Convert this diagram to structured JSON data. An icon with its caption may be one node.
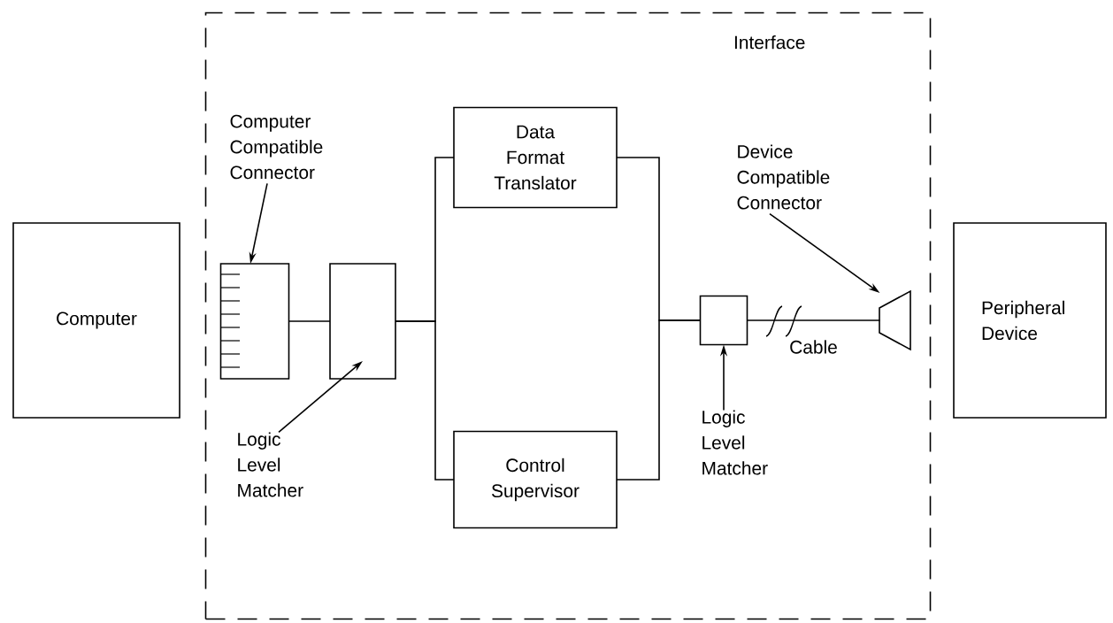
{
  "diagram": {
    "nodes": [
      {
        "text": [
          "Interface"
        ]
      },
      {
        "text": [
          "Computer"
        ]
      },
      {
        "text": [
          "Computer Compatible Connector"
        ],
        "in": 0
      },
      {
        "text": [],
        "shape": "box",
        "in": 0
      },
      {
        "text": [],
        "shape": "box",
        "in": 0
      },
      {
        "text": [
          "Logic Level Matcher"
        ],
        "in": 0
      },
      {
        "text": [
          "Data Format Translator"
        ],
        "in": 0
      },
      {
        "text": [
          "Control Supervisor"
        ],
        "in": 0
      },
      {
        "text": [],
        "shape": "box",
        "in": 0
      },
      {
        "text": [
          "Logic Level Matcher"
        ],
        "in": 0
      },
      {
        "text": [
          "Device Compatible Connector"
        ],
        "in": 0
      },
      {
        "text": [],
        "shape": "trapezoid",
        "in": 0
      },
      {
        "text": [
          "Peripheral Device"
        ]
      }
    ],
    "edges": [
      {
        "from": 2,
        "to": 3,
        "arrow": "to"
      },
      {
        "from": 3,
        "to": 4,
        "arrow": "none"
      },
      {
        "from": 5,
        "to": 4,
        "arrow": "to"
      },
      {
        "from": 4,
        "to": 6,
        "arrow": "none"
      },
      {
        "from": 4,
        "to": 7,
        "arrow": "none"
      },
      {
        "from": 6,
        "to": 8,
        "arrow": "none"
      },
      {
        "from": 7,
        "to": 8,
        "arrow": "none"
      },
      {
        "from": 9,
        "to": 8,
        "arrow": "to"
      },
      {
        "from": 8,
        "to": 11,
        "label": "Cable",
        "arrow": "none"
      },
      {
        "from": 10,
        "to": 11,
        "arrow": "to"
      }
    ]
  }
}
